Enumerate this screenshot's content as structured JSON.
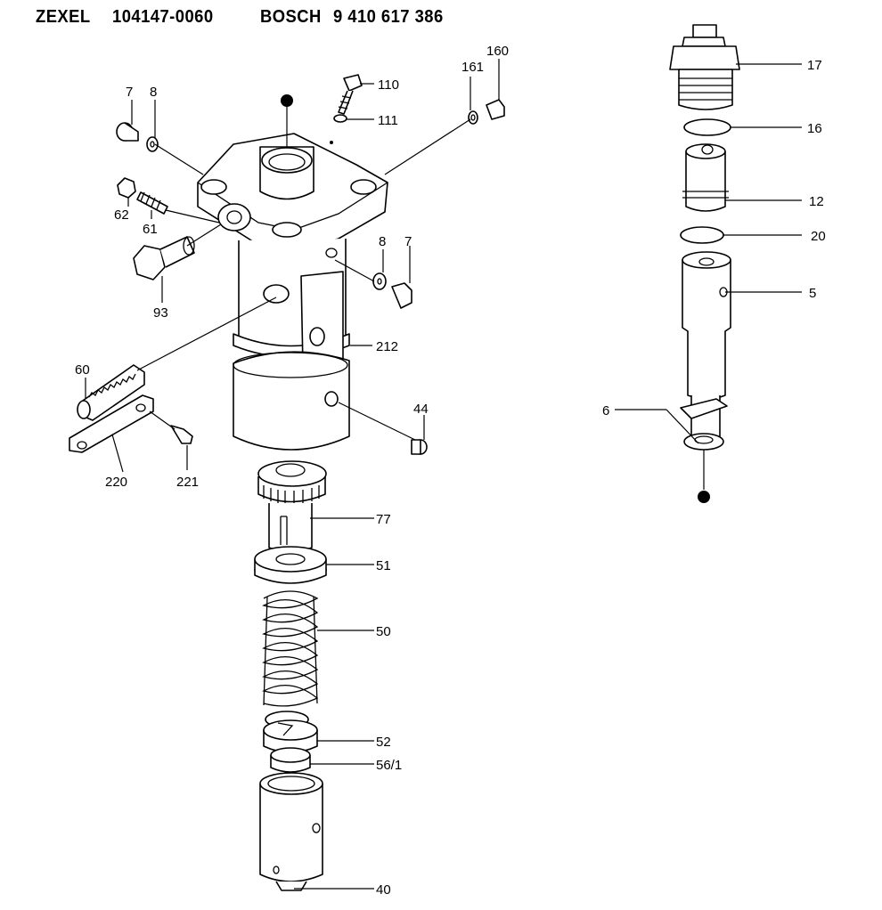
{
  "header": {
    "brand1": "ZEXEL",
    "part1": "104147-0060",
    "brand2": "BOSCH",
    "part2": "9 410 617 386"
  },
  "callouts": {
    "c7a": "7",
    "c8a": "8",
    "c110": "110",
    "c111": "111",
    "c161": "161",
    "c160": "160",
    "c62": "62",
    "c61": "61",
    "c93": "93",
    "c8b": "8",
    "c7b": "7",
    "c212": "212",
    "c60": "60",
    "c44": "44",
    "c220": "220",
    "c221": "221",
    "c77": "77",
    "c51": "51",
    "c50": "50",
    "c52": "52",
    "c561": "56/1",
    "c40": "40",
    "c17": "17",
    "c16": "16",
    "c12": "12",
    "c20": "20",
    "c5": "5",
    "c6": "6"
  }
}
